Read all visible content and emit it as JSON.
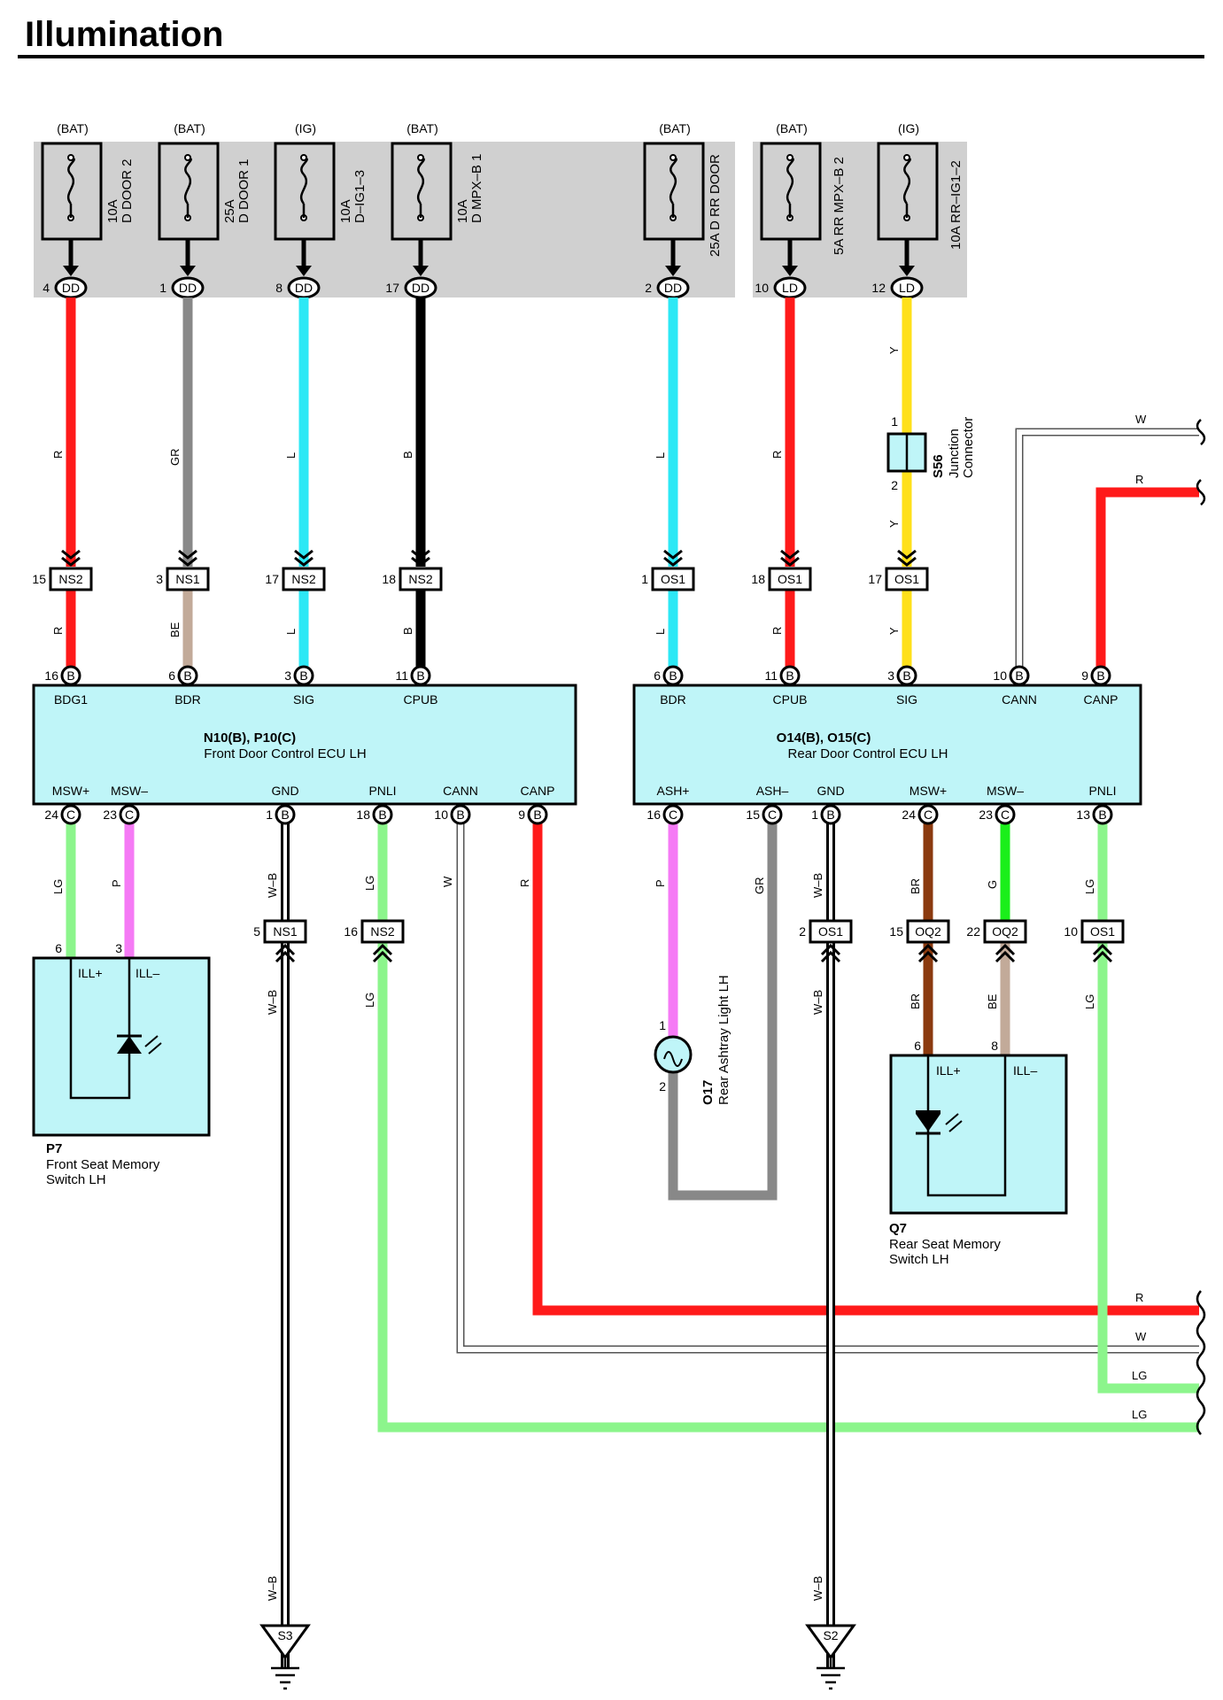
{
  "title": "Illumination",
  "colors": {
    "R": "#ff1a1a",
    "GR": "#888888",
    "L": "#2de8f5",
    "B": "#000000",
    "Y": "#ffe01a",
    "W": "#ffffff",
    "LG": "#8cf58c",
    "P": "#f57af5",
    "BE": "#c2aa99",
    "BR": "#8b3a0f",
    "G": "#1aef1a",
    "ecu_fill": "#bff5f8",
    "fuse_box_fill": "#d0d0d0"
  },
  "fuses": [
    {
      "supply": "(BAT)",
      "label": [
        "10A",
        "D DOOR 2"
      ],
      "pin": "4",
      "conn": "DD"
    },
    {
      "supply": "(BAT)",
      "label": [
        "25A",
        "D DOOR 1"
      ],
      "pin": "1",
      "conn": "DD"
    },
    {
      "supply": "(IG)",
      "label": [
        "10A",
        "D–IG1–3"
      ],
      "pin": "8",
      "conn": "DD"
    },
    {
      "supply": "(BAT)",
      "label": [
        "10A",
        "D MPX–B 1"
      ],
      "pin": "17",
      "conn": "DD"
    },
    {
      "supply": "(BAT)",
      "label": [
        "25A D RR DOOR"
      ],
      "pin": "2",
      "conn": "DD"
    },
    {
      "supply": "(BAT)",
      "label": [
        "5A RR MPX–B 2"
      ],
      "pin": "10",
      "conn": "LD"
    },
    {
      "supply": "(IG)",
      "label": [
        "10A RR–IG1–2"
      ],
      "pin": "12",
      "conn": "LD"
    }
  ],
  "upper_wires": [
    {
      "color": "R",
      "label_top": "R",
      "label_bottom": "R",
      "inline_pin": "15",
      "inline_conn": "NS2",
      "ecu_pin": "16",
      "ecu_conn": "B"
    },
    {
      "color": "GR",
      "label_top": "GR",
      "label_bottom": "BE",
      "inline_pin": "3",
      "inline_conn": "NS1",
      "ecu_pin": "6",
      "ecu_conn": "B"
    },
    {
      "color": "L",
      "label_top": "L",
      "label_bottom": "L",
      "inline_pin": "17",
      "inline_conn": "NS2",
      "ecu_pin": "3",
      "ecu_conn": "B"
    },
    {
      "color": "B",
      "label_top": "B",
      "label_bottom": "B",
      "inline_pin": "18",
      "inline_conn": "NS2",
      "ecu_pin": "11",
      "ecu_conn": "B"
    },
    {
      "color": "L",
      "label_top": "L",
      "label_bottom": "L",
      "inline_pin": "1",
      "inline_conn": "OS1",
      "ecu_pin": "6",
      "ecu_conn": "B"
    },
    {
      "color": "R",
      "label_top": "R",
      "label_bottom": "R",
      "inline_pin": "18",
      "inline_conn": "OS1",
      "ecu_pin": "11",
      "ecu_conn": "B"
    },
    {
      "color": "Y",
      "label_top": "Y",
      "label_bottom": "Y",
      "inline_pin": "17",
      "inline_conn": "OS1",
      "ecu_pin": "3",
      "ecu_conn": "B"
    }
  ],
  "junction": {
    "id": "S56",
    "name": [
      "Junction",
      "Connector"
    ],
    "pin_top": "1",
    "pin_bottom": "2",
    "wire_label": "Y"
  },
  "ecu_front": {
    "id": "N10(B), P10(C)",
    "name": "Front Door Control ECU LH",
    "top_pins": [
      {
        "name": "BDG1",
        "num": "16",
        "conn": "B"
      },
      {
        "name": "BDR",
        "num": "6",
        "conn": "B"
      },
      {
        "name": "SIG",
        "num": "3",
        "conn": "B"
      },
      {
        "name": "CPUB",
        "num": "11",
        "conn": "B"
      }
    ],
    "bottom_pins": [
      {
        "name": "MSW+",
        "num": "24",
        "conn": "C"
      },
      {
        "name": "MSW–",
        "num": "23",
        "conn": "C"
      },
      {
        "name": "GND",
        "num": "1",
        "conn": "B"
      },
      {
        "name": "PNLI",
        "num": "18",
        "conn": "B"
      },
      {
        "name": "CANN",
        "num": "10",
        "conn": "B"
      },
      {
        "name": "CANP",
        "num": "9",
        "conn": "B"
      }
    ]
  },
  "ecu_rear": {
    "id": "O14(B), O15(C)",
    "name": "Rear Door Control ECU LH",
    "top_pins": [
      {
        "name": "BDR",
        "num": "6",
        "conn": "B"
      },
      {
        "name": "CPUB",
        "num": "11",
        "conn": "B"
      },
      {
        "name": "SIG",
        "num": "3",
        "conn": "B"
      },
      {
        "name": "CANN",
        "num": "10",
        "conn": "B"
      },
      {
        "name": "CANP",
        "num": "9",
        "conn": "B"
      }
    ],
    "bottom_pins": [
      {
        "name": "ASH+",
        "num": "16",
        "conn": "C"
      },
      {
        "name": "ASH–",
        "num": "15",
        "conn": "C"
      },
      {
        "name": "GND",
        "num": "1",
        "conn": "B"
      },
      {
        "name": "MSW+",
        "num": "24",
        "conn": "C"
      },
      {
        "name": "MSW–",
        "num": "23",
        "conn": "C"
      },
      {
        "name": "PNLI",
        "num": "13",
        "conn": "B"
      }
    ]
  },
  "lower_connectors": [
    {
      "pin": "5",
      "conn": "NS1"
    },
    {
      "pin": "16",
      "conn": "NS2"
    },
    {
      "pin": "2",
      "conn": "OS1"
    },
    {
      "pin": "15",
      "conn": "OQ2"
    },
    {
      "pin": "22",
      "conn": "OQ2"
    },
    {
      "pin": "10",
      "conn": "OS1"
    }
  ],
  "wire_labels": {
    "front_msw_plus": "LG",
    "front_msw_minus": "P",
    "front_gnd": "W–B",
    "front_pnli": "LG",
    "front_cann": "W",
    "front_canp": "R",
    "rear_ash_plus": "P",
    "rear_ash_minus": "GR",
    "rear_gnd": "W–B",
    "rear_msw_plus_upper": "BR",
    "rear_msw_plus_lower": "BR",
    "rear_msw_minus_upper": "G",
    "rear_msw_minus_lower": "BE",
    "rear_pnli": "LG",
    "rear_cann": "W",
    "rear_canp": "R",
    "ground_wire": "W–B"
  },
  "right_exit_labels": [
    "W",
    "R",
    "R",
    "W",
    "LG",
    "LG"
  ],
  "switch_front": {
    "id": "P7",
    "name": [
      "Front Seat Memory",
      "Switch LH"
    ],
    "pin_plus": "6",
    "pin_minus": "3",
    "ill_plus": "ILL+",
    "ill_minus": "ILL–"
  },
  "switch_rear": {
    "id": "Q7",
    "name": [
      "Rear Seat Memory",
      "Switch LH"
    ],
    "pin_plus": "6",
    "pin_minus": "8",
    "ill_plus": "ILL+",
    "ill_minus": "ILL–"
  },
  "ashtray": {
    "id": "O17",
    "name": "Rear Ashtray Light LH",
    "pin_top": "1",
    "pin_bottom": "2"
  },
  "grounds": [
    {
      "id": "S3"
    },
    {
      "id": "S2"
    }
  ]
}
